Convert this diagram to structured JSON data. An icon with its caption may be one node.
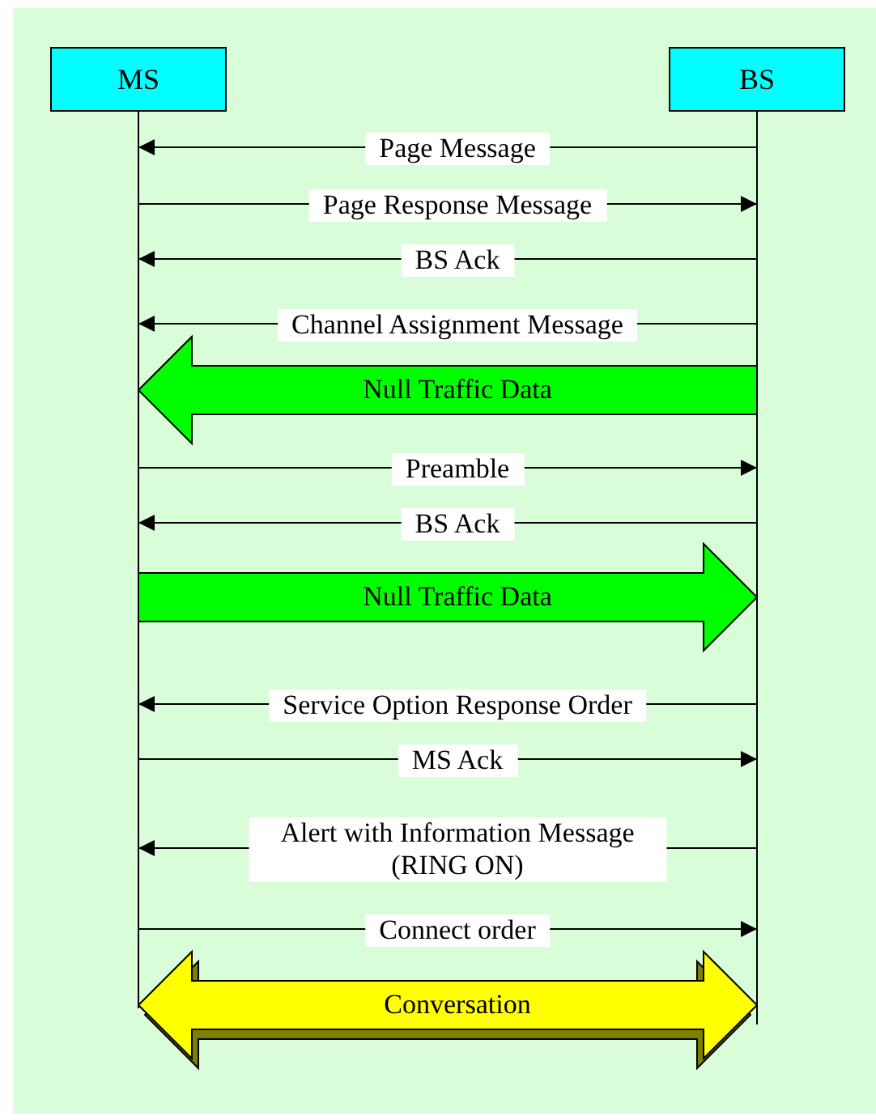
{
  "diagram": {
    "nodes": [
      {
        "text": [
          "MS"
        ]
      },
      {
        "text": [
          "BS"
        ]
      }
    ],
    "edges": [
      {
        "from": 1,
        "to": 0,
        "arrow": "to",
        "label": "Page Message"
      },
      {
        "from": 0,
        "to": 1,
        "arrow": "to",
        "label": "Page Response Message"
      },
      {
        "from": 1,
        "to": 0,
        "arrow": "to",
        "label": "BS Ack"
      },
      {
        "from": 1,
        "to": 0,
        "arrow": "to",
        "label": "Channel Assignment Message"
      },
      {
        "from": 1,
        "to": 0,
        "arrow": "to",
        "label": "Null Traffic Data",
        "style": "thick",
        "color": "#00ff00"
      },
      {
        "from": 0,
        "to": 1,
        "arrow": "to",
        "label": "Preamble"
      },
      {
        "from": 1,
        "to": 0,
        "arrow": "to",
        "label": "BS Ack"
      },
      {
        "from": 0,
        "to": 1,
        "arrow": "to",
        "label": "Null Traffic Data",
        "style": "thick",
        "color": "#00ff00"
      },
      {
        "from": 1,
        "to": 0,
        "arrow": "to",
        "label": "Service Option Response Order"
      },
      {
        "from": 0,
        "to": 1,
        "arrow": "to",
        "label": "MS Ack"
      },
      {
        "from": 1,
        "to": 0,
        "arrow": "to",
        "label": "Alert with Information Message (RING ON)"
      },
      {
        "from": 0,
        "to": 1,
        "arrow": "to",
        "label": "Connect order"
      },
      {
        "from": 0,
        "to": 1,
        "arrow": "both",
        "label": "Conversation",
        "style": "thick",
        "color": "#ffff00"
      }
    ]
  }
}
